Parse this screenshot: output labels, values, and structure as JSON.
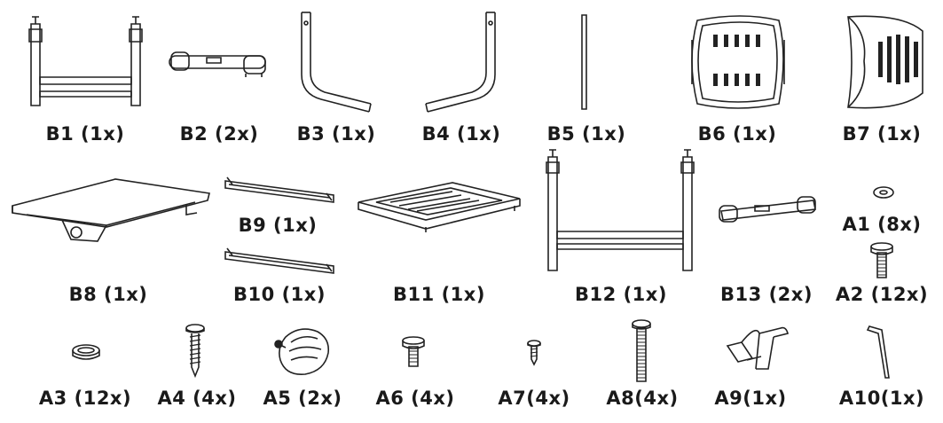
{
  "parts": [
    {
      "id": "B1",
      "label": "B1 (1x)",
      "icon": "leg-frame-icon"
    },
    {
      "id": "B2",
      "label": "B2 (2x)",
      "icon": "foot-bar-icon"
    },
    {
      "id": "B3",
      "label": "B3 (1x)",
      "icon": "l-tube-left-icon"
    },
    {
      "id": "B4",
      "label": "B4 (1x)",
      "icon": "l-tube-right-icon"
    },
    {
      "id": "B5",
      "label": "B5 (1x)",
      "icon": "rod-icon"
    },
    {
      "id": "B6",
      "label": "B6 (1x)",
      "icon": "seat-pad-icon"
    },
    {
      "id": "B7",
      "label": "B7 (1x)",
      "icon": "back-pad-icon"
    },
    {
      "id": "B8",
      "label": "B8 (1x)",
      "icon": "desk-top-icon"
    },
    {
      "id": "B9",
      "label": "B9 (1x)",
      "icon": "rail-icon"
    },
    {
      "id": "B10",
      "label": "B10 (1x)",
      "icon": "rail-icon"
    },
    {
      "id": "B11",
      "label": "B11 (1x)",
      "icon": "drawer-tray-icon"
    },
    {
      "id": "B12",
      "label": "B12 (1x)",
      "icon": "leg-frame-icon"
    },
    {
      "id": "B13",
      "label": "B13 (2x)",
      "icon": "foot-bar-icon"
    },
    {
      "id": "A1",
      "label": "A1 (8x)",
      "icon": "washer-icon"
    },
    {
      "id": "A2",
      "label": "A2 (12x)",
      "icon": "bolt-icon"
    },
    {
      "id": "A3",
      "label": "A3 (12x)",
      "icon": "spacer-ring-icon"
    },
    {
      "id": "A4",
      "label": "A4 (4x)",
      "icon": "wood-screw-icon"
    },
    {
      "id": "A5",
      "label": "A5 (2x)",
      "icon": "knob-icon"
    },
    {
      "id": "A6",
      "label": "A6 (4x)",
      "icon": "bolt-icon"
    },
    {
      "id": "A7",
      "label": "A7(4x)",
      "icon": "small-screw-icon"
    },
    {
      "id": "A8",
      "label": "A8(4x)",
      "icon": "long-bolt-icon"
    },
    {
      "id": "A9",
      "label": "A9(1x)",
      "icon": "bracket-icon"
    },
    {
      "id": "A10",
      "label": "A10(1x)",
      "icon": "allen-key-icon"
    }
  ]
}
